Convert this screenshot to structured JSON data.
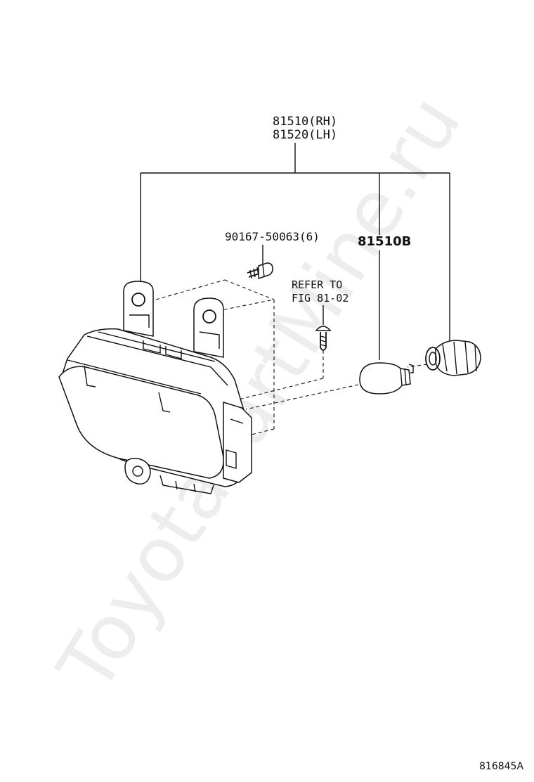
{
  "labels": {
    "main_rh": "81510(RH)",
    "main_lh": "81520(LH)",
    "bolt": "90167-50063(6)",
    "bulb": "81510B",
    "refer_line1": "REFER TO",
    "refer_line2": "FIG 81-02",
    "diagram_code": "816845A"
  },
  "watermark": "ToyotaPartMine.ru",
  "icons": [
    "fog-lamp-housing-icon",
    "bolt-icon",
    "screw-clip-icon",
    "bulb-icon",
    "bulb-socket-icon"
  ]
}
